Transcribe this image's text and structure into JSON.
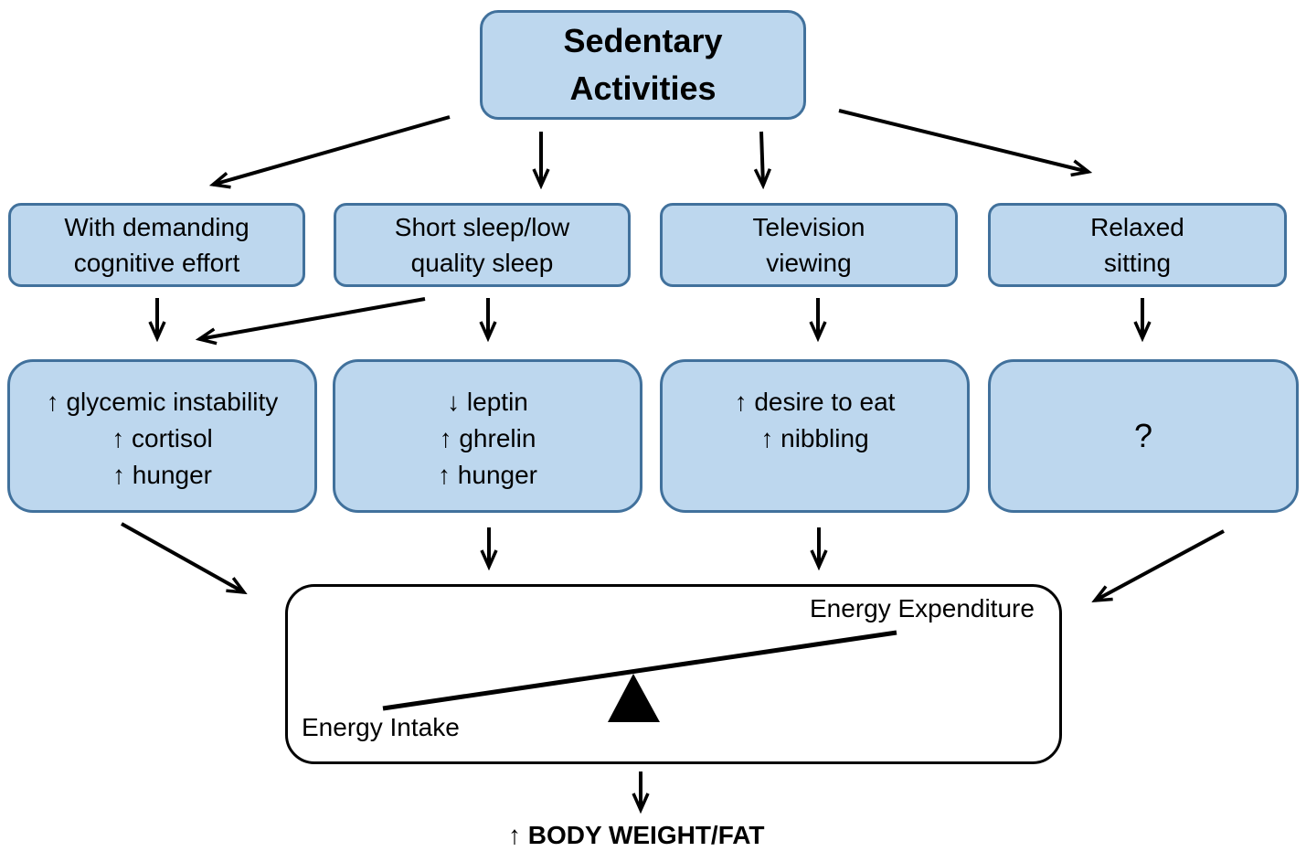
{
  "title": "Sedentary Activities",
  "title_lines": [
    "Sedentary",
    "Activities"
  ],
  "categories": [
    {
      "lines": [
        "With demanding",
        "cognitive effort"
      ]
    },
    {
      "lines": [
        "Short sleep/low",
        "quality sleep"
      ]
    },
    {
      "lines": [
        "Television",
        "viewing"
      ]
    },
    {
      "lines": [
        "Relaxed",
        "sitting"
      ]
    }
  ],
  "effects": [
    {
      "lines": [
        "↑ glycemic instability",
        "↑ cortisol",
        "↑ hunger"
      ]
    },
    {
      "lines": [
        "↓ leptin",
        "↑ ghrelin",
        "↑ hunger"
      ]
    },
    {
      "lines": [
        "↑ desire to eat",
        "↑ nibbling"
      ]
    },
    {
      "lines": [
        "?"
      ]
    }
  ],
  "balance": {
    "left_label": "Energy Intake",
    "right_label": "Energy Expenditure"
  },
  "outcome": "↑ BODY WEIGHT/FAT",
  "colors": {
    "box_fill": "#bdd7ee",
    "box_border": "#41719c",
    "arrow": "#000000"
  }
}
